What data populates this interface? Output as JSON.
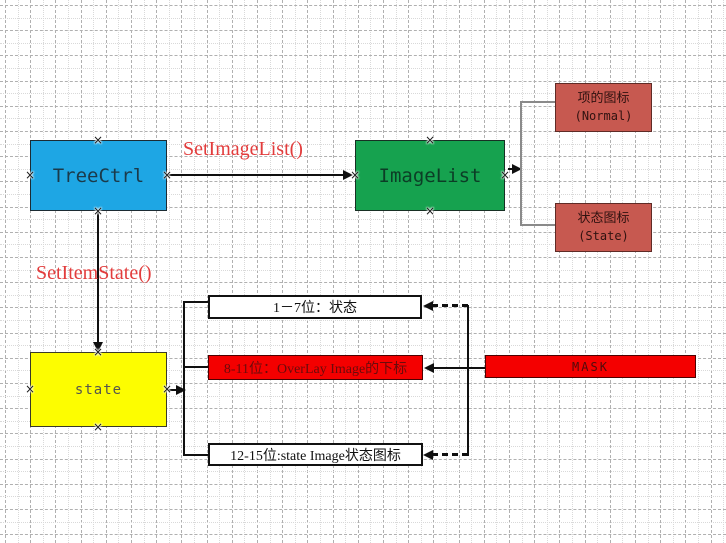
{
  "diagram": {
    "nodes": {
      "treectrl": {
        "label": "TreeCtrl",
        "fill": "#1ea6e4"
      },
      "imagelist": {
        "label": "ImageList",
        "fill": "#16a24f"
      },
      "normal_icon": {
        "line1": "项的图标",
        "line2": "(Normal)",
        "fill": "#c75950"
      },
      "state_icon": {
        "line1": "状态图标",
        "line2": "(State)",
        "fill": "#c75950"
      },
      "state": {
        "label": "state",
        "fill": "#fdfd00"
      },
      "bits_1_7": {
        "label": "1－7位：状态",
        "fill": "#ffffff"
      },
      "bits_8_11": {
        "label": "8-11位：OverLay Image的下标",
        "fill": "#f40000"
      },
      "bits_12_15": {
        "label": "12-15位:state Image状态图标",
        "fill": "#ffffff"
      },
      "mask": {
        "label": "MASK",
        "fill": "#f40000"
      }
    },
    "labels": {
      "set_image_list": "SetImageList()",
      "set_item_state": "SetItemState()"
    },
    "icons": {
      "connection_handle": "×"
    },
    "colors": {
      "method_label": "#e23c3c",
      "connector": "#101010",
      "bracket_gray": "#8a8a8a",
      "grid_major": "#b0b0b0",
      "grid_minor": "#d9d9d9"
    }
  }
}
